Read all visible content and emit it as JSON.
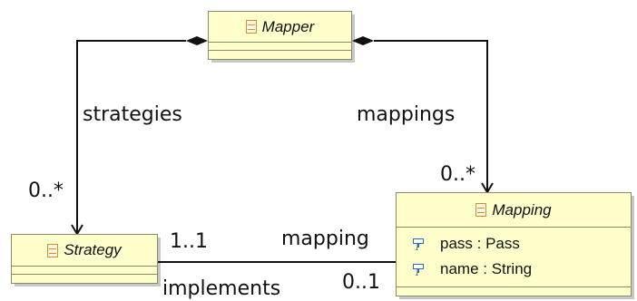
{
  "classes": {
    "mapper": {
      "name": "Mapper"
    },
    "mapping": {
      "name": "Mapping",
      "attributes": [
        {
          "text": "pass : Pass",
          "icon": "attribute-icon"
        },
        {
          "text": "name : String",
          "icon": "attribute-icon"
        }
      ]
    },
    "strategy": {
      "name": "Strategy"
    }
  },
  "associations": {
    "mapper_strategy": {
      "role": "strategies",
      "multiplicity": "0..*"
    },
    "mapper_mapping": {
      "role": "mappings",
      "multiplicity": "0..*"
    },
    "strategy_mapping": {
      "mapping_role": "mapping",
      "mapping_multiplicity": "1..1",
      "strategy_role": "implements",
      "strategy_multiplicity": "0..1"
    }
  },
  "attribute_multiplicity_glyph": "1",
  "colors": {
    "class_fill": "#ffffcc",
    "class_border": "#8a8a6a",
    "line": "#111111",
    "attribute_icon": "#2a6ab0",
    "class_icon": "#c8913a"
  }
}
